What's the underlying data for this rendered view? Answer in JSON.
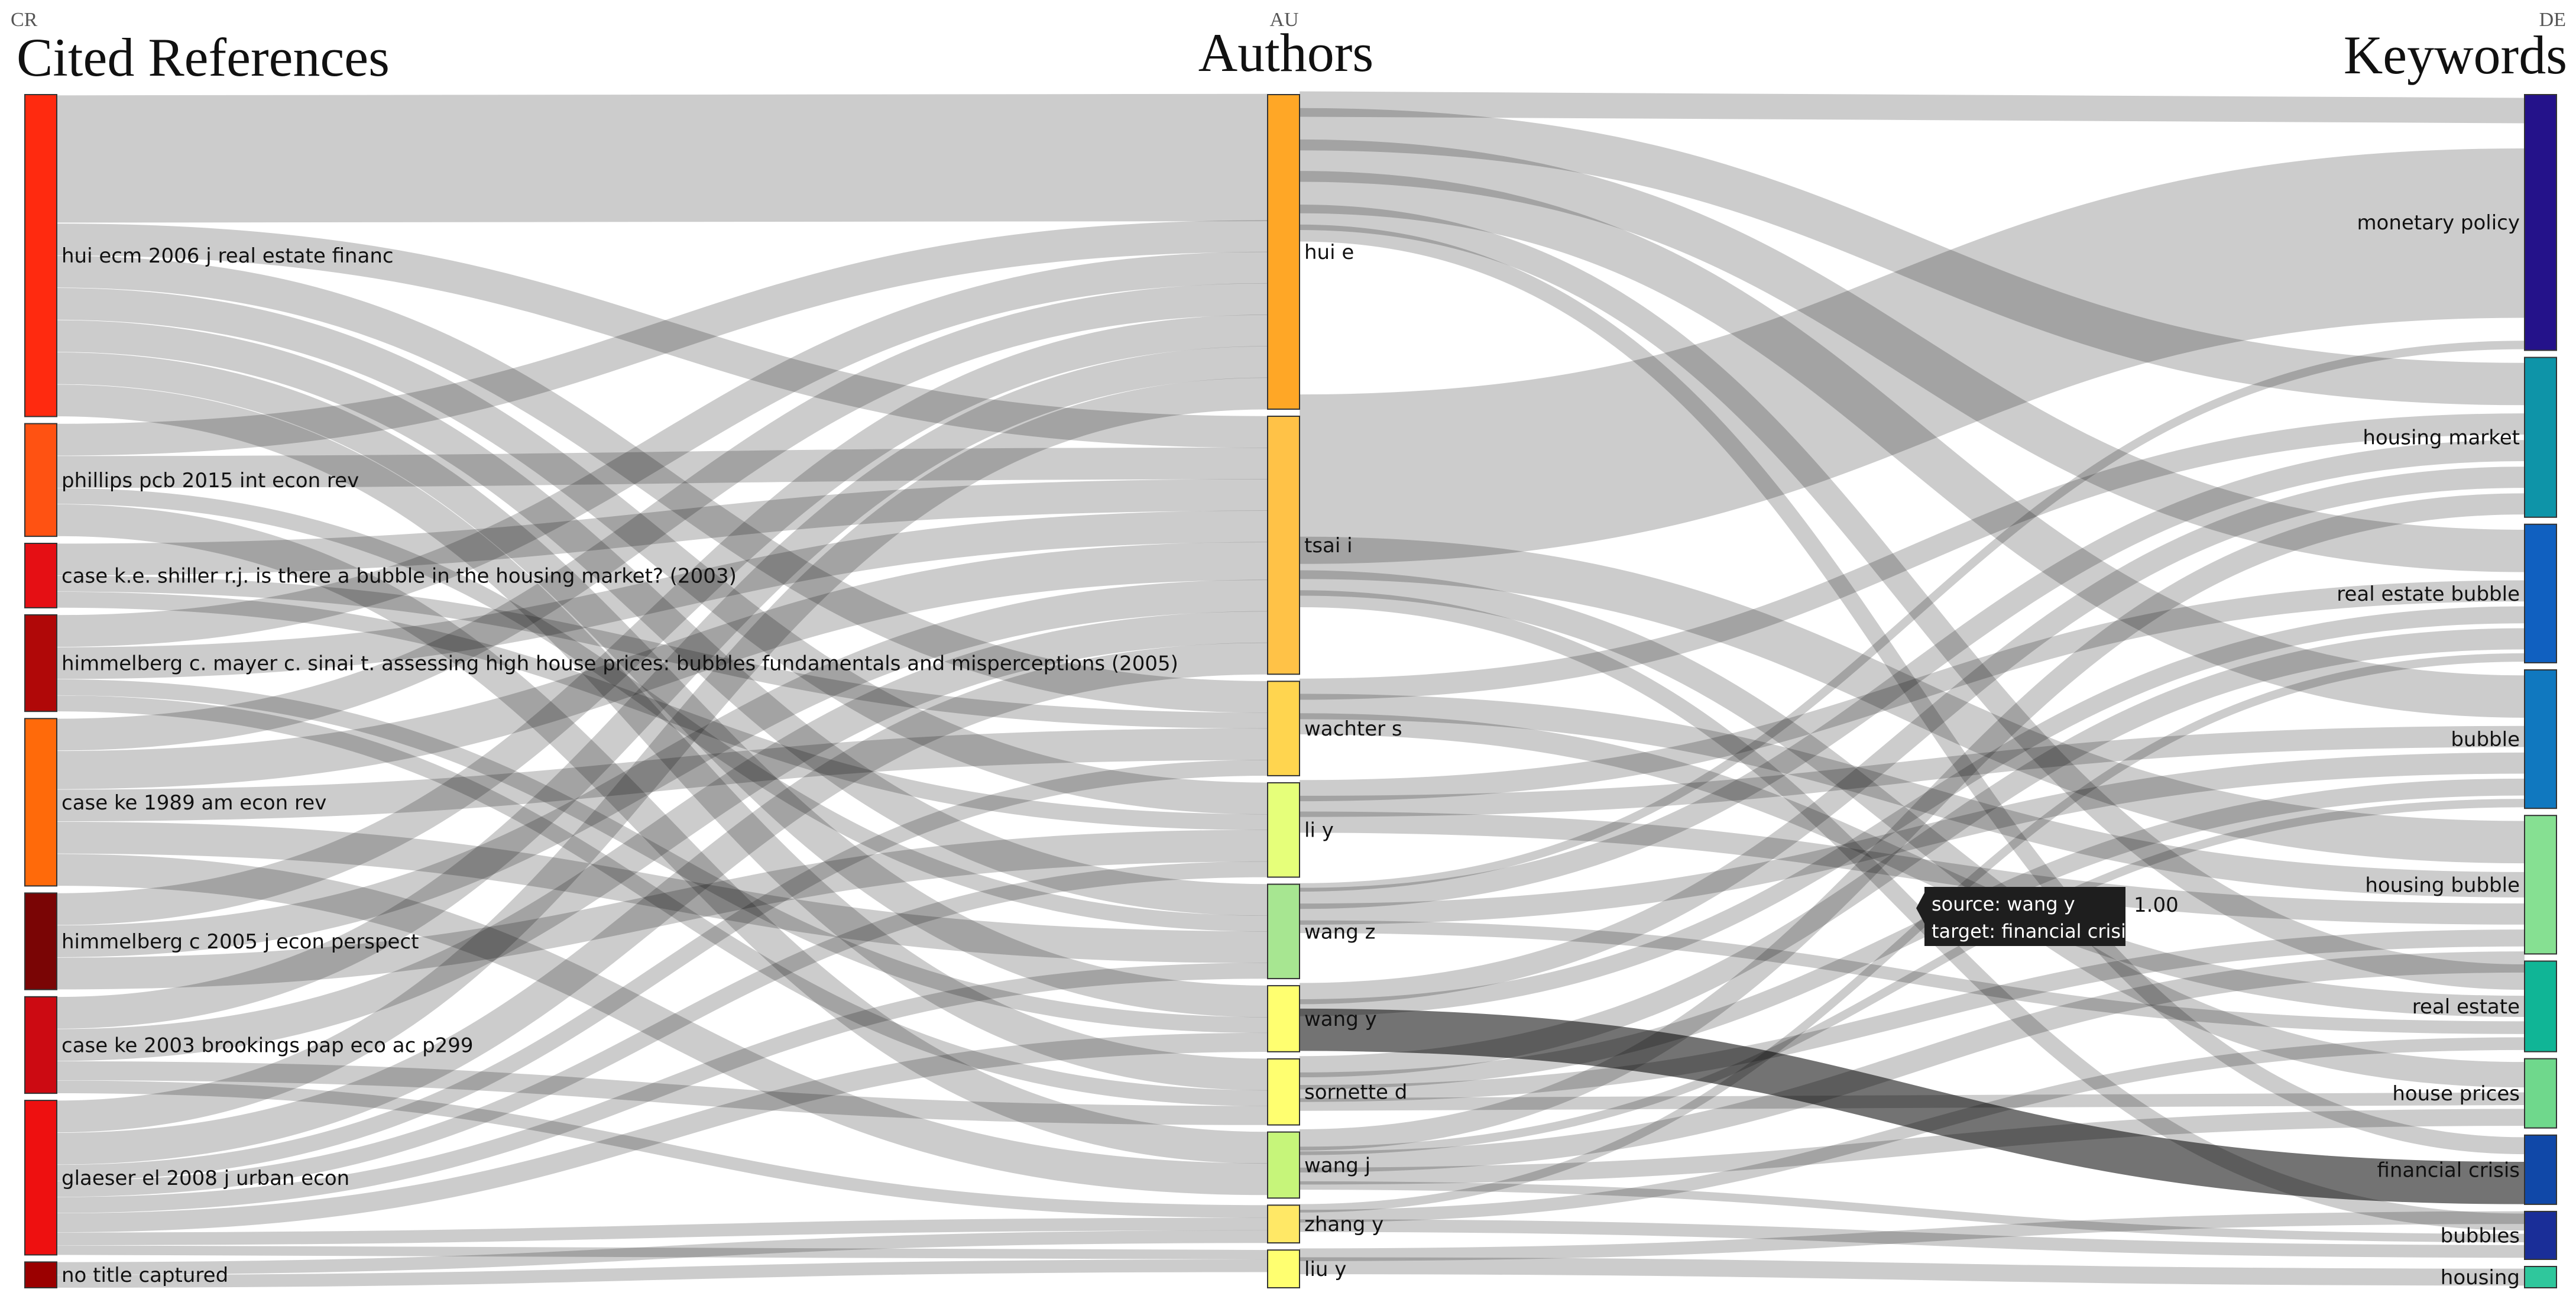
{
  "columns": [
    {
      "code": "CR",
      "title": "Cited References"
    },
    {
      "code": "AU",
      "title": "Authors"
    },
    {
      "code": "DE",
      "title": "Keywords"
    }
  ],
  "nodes": [
    {
      "id": "cr1",
      "col": 0,
      "label": "hui ecm 2006 j real estate financ",
      "value": 10,
      "color": "#ff2a0f"
    },
    {
      "id": "cr2",
      "col": 0,
      "label": "phillips pcb 2015 int econ rev",
      "value": 3.5,
      "color": "#ff5212"
    },
    {
      "id": "cr3",
      "col": 0,
      "label": "case k.e. shiller r.j. is there a bubble in the housing market? (2003)",
      "value": 2,
      "color": "#e50f14"
    },
    {
      "id": "cr4",
      "col": 0,
      "label": "himmelberg c. mayer c. sinai t. assessing high house prices: bubbles fundamentals and misperceptions (2005)",
      "value": 3,
      "color": "#b00808"
    },
    {
      "id": "cr5",
      "col": 0,
      "label": "case ke 1989 am econ rev",
      "value": 5.2,
      "color": "#ff6a0a"
    },
    {
      "id": "cr6",
      "col": 0,
      "label": "himmelberg c 2005 j econ perspect",
      "value": 3,
      "color": "#7a0505"
    },
    {
      "id": "cr7",
      "col": 0,
      "label": "case ke 2003 brookings pap eco ac p299",
      "value": 3,
      "color": "#cc0a12"
    },
    {
      "id": "cr8",
      "col": 0,
      "label": "glaeser el 2008 j urban econ",
      "value": 4.8,
      "color": "#ee1010"
    },
    {
      "id": "cr9",
      "col": 0,
      "label": "no title captured",
      "value": 0.8,
      "color": "#9b0000"
    },
    {
      "id": "au1",
      "col": 1,
      "label": "hui e",
      "value": 10,
      "color": "#ffa726"
    },
    {
      "id": "au2",
      "col": 1,
      "label": "tsai i",
      "value": 8.2,
      "color": "#ffc247"
    },
    {
      "id": "au3",
      "col": 1,
      "label": "wachter s",
      "value": 3,
      "color": "#ffd54f"
    },
    {
      "id": "au4",
      "col": 1,
      "label": "li y",
      "value": 3,
      "color": "#e6ff7a"
    },
    {
      "id": "au5",
      "col": 1,
      "label": "wang z",
      "value": 3,
      "color": "#a7e691"
    },
    {
      "id": "au6",
      "col": 1,
      "label": "wang y",
      "value": 2.1,
      "color": "#ffff70"
    },
    {
      "id": "au7",
      "col": 1,
      "label": "sornette d",
      "value": 2.1,
      "color": "#ffff70"
    },
    {
      "id": "au8",
      "col": 1,
      "label": "wang j",
      "value": 2.1,
      "color": "#c6f57a"
    },
    {
      "id": "au9",
      "col": 1,
      "label": "zhang y",
      "value": 1.2,
      "color": "#ffe866"
    },
    {
      "id": "au10",
      "col": 1,
      "label": "liu y",
      "value": 1.2,
      "color": "#ffff70"
    },
    {
      "id": "de1",
      "col": 2,
      "label": "monetary policy",
      "value": 4.8,
      "color": "#24128a"
    },
    {
      "id": "de2",
      "col": 2,
      "label": "housing market",
      "value": 3,
      "color": "#0e94a8"
    },
    {
      "id": "de3",
      "col": 2,
      "label": "real estate bubble",
      "value": 2.6,
      "color": "#1060c0"
    },
    {
      "id": "de4",
      "col": 2,
      "label": "bubble",
      "value": 2.6,
      "color": "#1078bf"
    },
    {
      "id": "de5",
      "col": 2,
      "label": "housing bubble",
      "value": 2.6,
      "color": "#86e092"
    },
    {
      "id": "de6",
      "col": 2,
      "label": "real estate",
      "value": 1.7,
      "color": "#10b596"
    },
    {
      "id": "de7",
      "col": 2,
      "label": "house prices",
      "value": 1.3,
      "color": "#6fd88c"
    },
    {
      "id": "de8",
      "col": 2,
      "label": "financial crisis",
      "value": 1.3,
      "color": "#1048a8"
    },
    {
      "id": "de9",
      "col": 2,
      "label": "bubbles",
      "value": 0.9,
      "color": "#1a2e98"
    },
    {
      "id": "de10",
      "col": 2,
      "label": "housing",
      "value": 0.4,
      "color": "#2fc79c"
    }
  ],
  "links": [
    {
      "s": "cr1",
      "t": "au1",
      "v": 4
    },
    {
      "s": "cr1",
      "t": "au2",
      "v": 1
    },
    {
      "s": "cr1",
      "t": "au3",
      "v": 1
    },
    {
      "s": "cr1",
      "t": "au4",
      "v": 1
    },
    {
      "s": "cr1",
      "t": "au5",
      "v": 1
    },
    {
      "s": "cr1",
      "t": "au6",
      "v": 1
    },
    {
      "s": "cr1",
      "t": "au7",
      "v": 1
    },
    {
      "s": "cr2",
      "t": "au1",
      "v": 1
    },
    {
      "s": "cr2",
      "t": "au2",
      "v": 1
    },
    {
      "s": "cr2",
      "t": "au5",
      "v": 0.5
    },
    {
      "s": "cr2",
      "t": "au8",
      "v": 1
    },
    {
      "s": "cr3",
      "t": "au2",
      "v": 1
    },
    {
      "s": "cr3",
      "t": "au3",
      "v": 0.5
    },
    {
      "s": "cr3",
      "t": "au4",
      "v": 0.5
    },
    {
      "s": "cr4",
      "t": "au1",
      "v": 1
    },
    {
      "s": "cr4",
      "t": "au2",
      "v": 1
    },
    {
      "s": "cr4",
      "t": "au6",
      "v": 0.5
    },
    {
      "s": "cr4",
      "t": "au7",
      "v": 0.5
    },
    {
      "s": "cr5",
      "t": "au1",
      "v": 1
    },
    {
      "s": "cr5",
      "t": "au2",
      "v": 1.2
    },
    {
      "s": "cr5",
      "t": "au3",
      "v": 1
    },
    {
      "s": "cr5",
      "t": "au5",
      "v": 1
    },
    {
      "s": "cr5",
      "t": "au8",
      "v": 1
    },
    {
      "s": "cr6",
      "t": "au1",
      "v": 1
    },
    {
      "s": "cr6",
      "t": "au2",
      "v": 1
    },
    {
      "s": "cr6",
      "t": "au4",
      "v": 1
    },
    {
      "s": "cr7",
      "t": "au1",
      "v": 1
    },
    {
      "s": "cr7",
      "t": "au2",
      "v": 1
    },
    {
      "s": "cr7",
      "t": "au7",
      "v": 0.6
    },
    {
      "s": "cr7",
      "t": "au9",
      "v": 0.4
    },
    {
      "s": "cr8",
      "t": "au1",
      "v": 1
    },
    {
      "s": "cr8",
      "t": "au2",
      "v": 1
    },
    {
      "s": "cr8",
      "t": "au3",
      "v": 0.5
    },
    {
      "s": "cr8",
      "t": "au4",
      "v": 0.5
    },
    {
      "s": "cr8",
      "t": "au5",
      "v": 0.5
    },
    {
      "s": "cr8",
      "t": "au6",
      "v": 0.6
    },
    {
      "s": "cr8",
      "t": "au9",
      "v": 0.4
    },
    {
      "s": "cr8",
      "t": "au10",
      "v": 0.3
    },
    {
      "s": "cr9",
      "t": "au9",
      "v": 0.4
    },
    {
      "s": "cr9",
      "t": "au10",
      "v": 0.4
    },
    {
      "s": "au1",
      "t": "de1",
      "v": 0.6
    },
    {
      "s": "au1",
      "t": "de2",
      "v": 1
    },
    {
      "s": "au1",
      "t": "de3",
      "v": 1
    },
    {
      "s": "au1",
      "t": "de4",
      "v": 1
    },
    {
      "s": "au1",
      "t": "de6",
      "v": 0.6
    },
    {
      "s": "au1",
      "t": "de8",
      "v": 0.4
    },
    {
      "s": "au2",
      "t": "de1",
      "v": 4
    },
    {
      "s": "au2",
      "t": "de5",
      "v": 1
    },
    {
      "s": "au2",
      "t": "de7",
      "v": 0.6
    },
    {
      "s": "au2",
      "t": "de9",
      "v": 0.4
    },
    {
      "s": "au3",
      "t": "de2",
      "v": 0.5
    },
    {
      "s": "au3",
      "t": "de5",
      "v": 0.6
    },
    {
      "s": "au3",
      "t": "de6",
      "v": 0.5
    },
    {
      "s": "au4",
      "t": "de3",
      "v": 0.5
    },
    {
      "s": "au4",
      "t": "de4",
      "v": 0.5
    },
    {
      "s": "au4",
      "t": "de5",
      "v": 0.5
    },
    {
      "s": "au5",
      "t": "de1",
      "v": 0.2
    },
    {
      "s": "au5",
      "t": "de2",
      "v": 0.5
    },
    {
      "s": "au5",
      "t": "de4",
      "v": 0.5
    },
    {
      "s": "au5",
      "t": "de6",
      "v": 0.3
    },
    {
      "s": "au6",
      "t": "de2",
      "v": 0.5
    },
    {
      "s": "au6",
      "t": "de3",
      "v": 0.4
    },
    {
      "s": "au6",
      "t": "de8",
      "v": 1.0,
      "highlight": true
    },
    {
      "s": "au7",
      "t": "de3",
      "v": 0.5
    },
    {
      "s": "au7",
      "t": "de4",
      "v": 0.4
    },
    {
      "s": "au7",
      "t": "de5",
      "v": 0.4
    },
    {
      "s": "au7",
      "t": "de7",
      "v": 0.3
    },
    {
      "s": "au8",
      "t": "de2",
      "v": 0.5
    },
    {
      "s": "au8",
      "t": "de4",
      "v": 0.2
    },
    {
      "s": "au8",
      "t": "de5",
      "v": 0.5
    },
    {
      "s": "au8",
      "t": "de7",
      "v": 0.4
    },
    {
      "s": "au8",
      "t": "de9",
      "v": 0.2
    },
    {
      "s": "au9",
      "t": "de3",
      "v": 0.2
    },
    {
      "s": "au9",
      "t": "de6",
      "v": 0.3
    },
    {
      "s": "au9",
      "t": "de9",
      "v": 0.3
    },
    {
      "s": "au10",
      "t": "de8",
      "v": 0.3
    },
    {
      "s": "au10",
      "t": "de10",
      "v": 0.4
    }
  ],
  "tooltip": {
    "source_line": "source: wang y",
    "target_line": "target: financial crisis",
    "value": "1.00"
  }
}
